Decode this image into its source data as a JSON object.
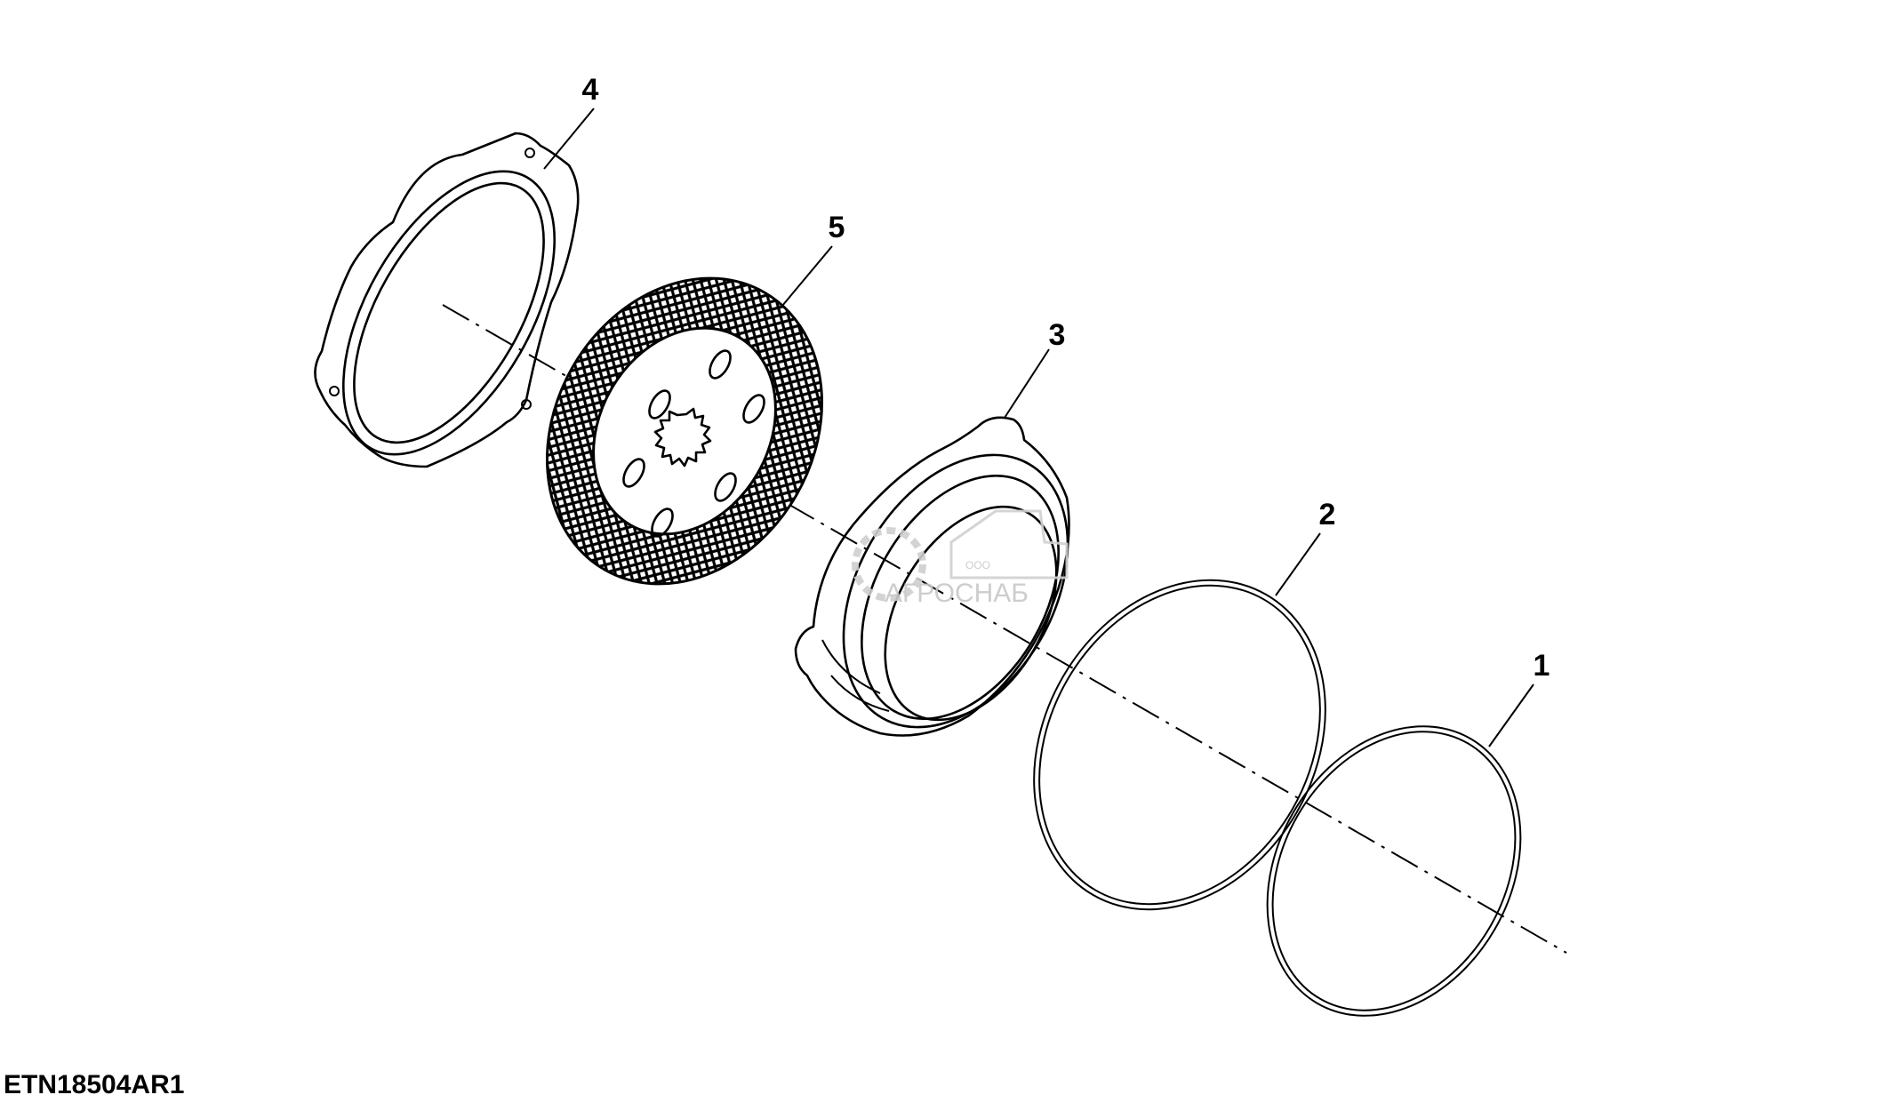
{
  "figure": {
    "id": "ETN18504AR1",
    "callouts": [
      {
        "part": "1",
        "label": "1"
      },
      {
        "part": "2",
        "label": "2"
      },
      {
        "part": "3",
        "label": "3"
      },
      {
        "part": "4",
        "label": "4"
      },
      {
        "part": "5",
        "label": "5"
      }
    ]
  },
  "watermark": {
    "company_prefix": "ООО",
    "company_name": "АГРОСНАБ"
  }
}
